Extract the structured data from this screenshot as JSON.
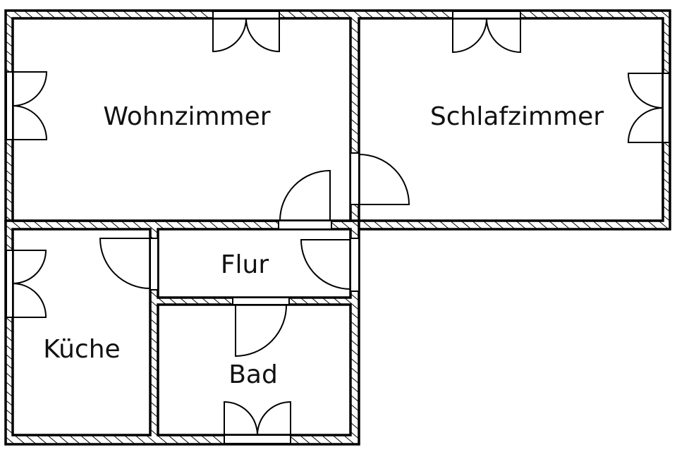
{
  "title": "Grundriss",
  "rooms": {
    "wohnzimmer": "Wohnzimmer",
    "schlafzimmer": "Schlafzimmer",
    "flur": "Flur",
    "kueche": "Küche",
    "bad": "Bad"
  },
  "colors": {
    "wall": "#000000",
    "background": "#ffffff"
  }
}
